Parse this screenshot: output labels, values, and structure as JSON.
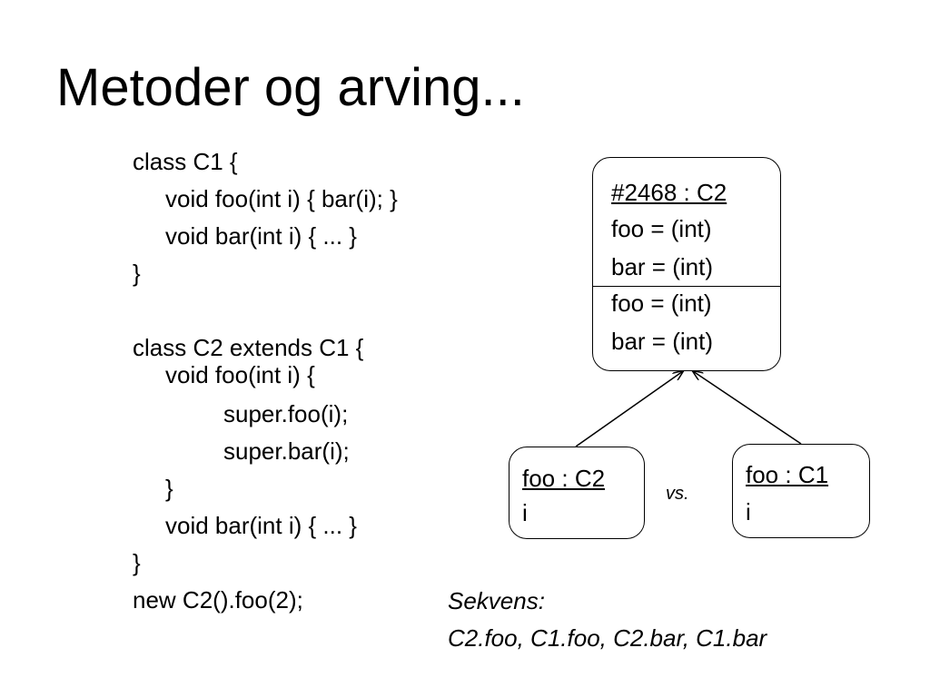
{
  "slide": {
    "title": "Metoder og arving..."
  },
  "code": {
    "lines": [
      "class C1 {",
      "void foo(int i) { bar(i); }",
      "void bar(int i) { ... }",
      "}",
      "class C2 extends C1 {",
      "void foo(int i) {",
      "super.foo(i);",
      "super.bar(i);",
      "}",
      "void bar(int i) { ... }",
      "}",
      "new C2().foo(2);"
    ]
  },
  "object_box": {
    "header": "#2468 : C2",
    "fields": [
      "foo = (int)",
      "bar = (int)",
      "foo = (int)",
      "bar = (int)"
    ]
  },
  "frame_c2": {
    "header": "foo : C2",
    "var": "i"
  },
  "frame_c1": {
    "header": "foo : C1",
    "var": "i"
  },
  "vs_label": "vs.",
  "sequence": {
    "label": "Sekvens:",
    "value": "C2.foo, C1.foo, C2.bar, C1.bar"
  }
}
